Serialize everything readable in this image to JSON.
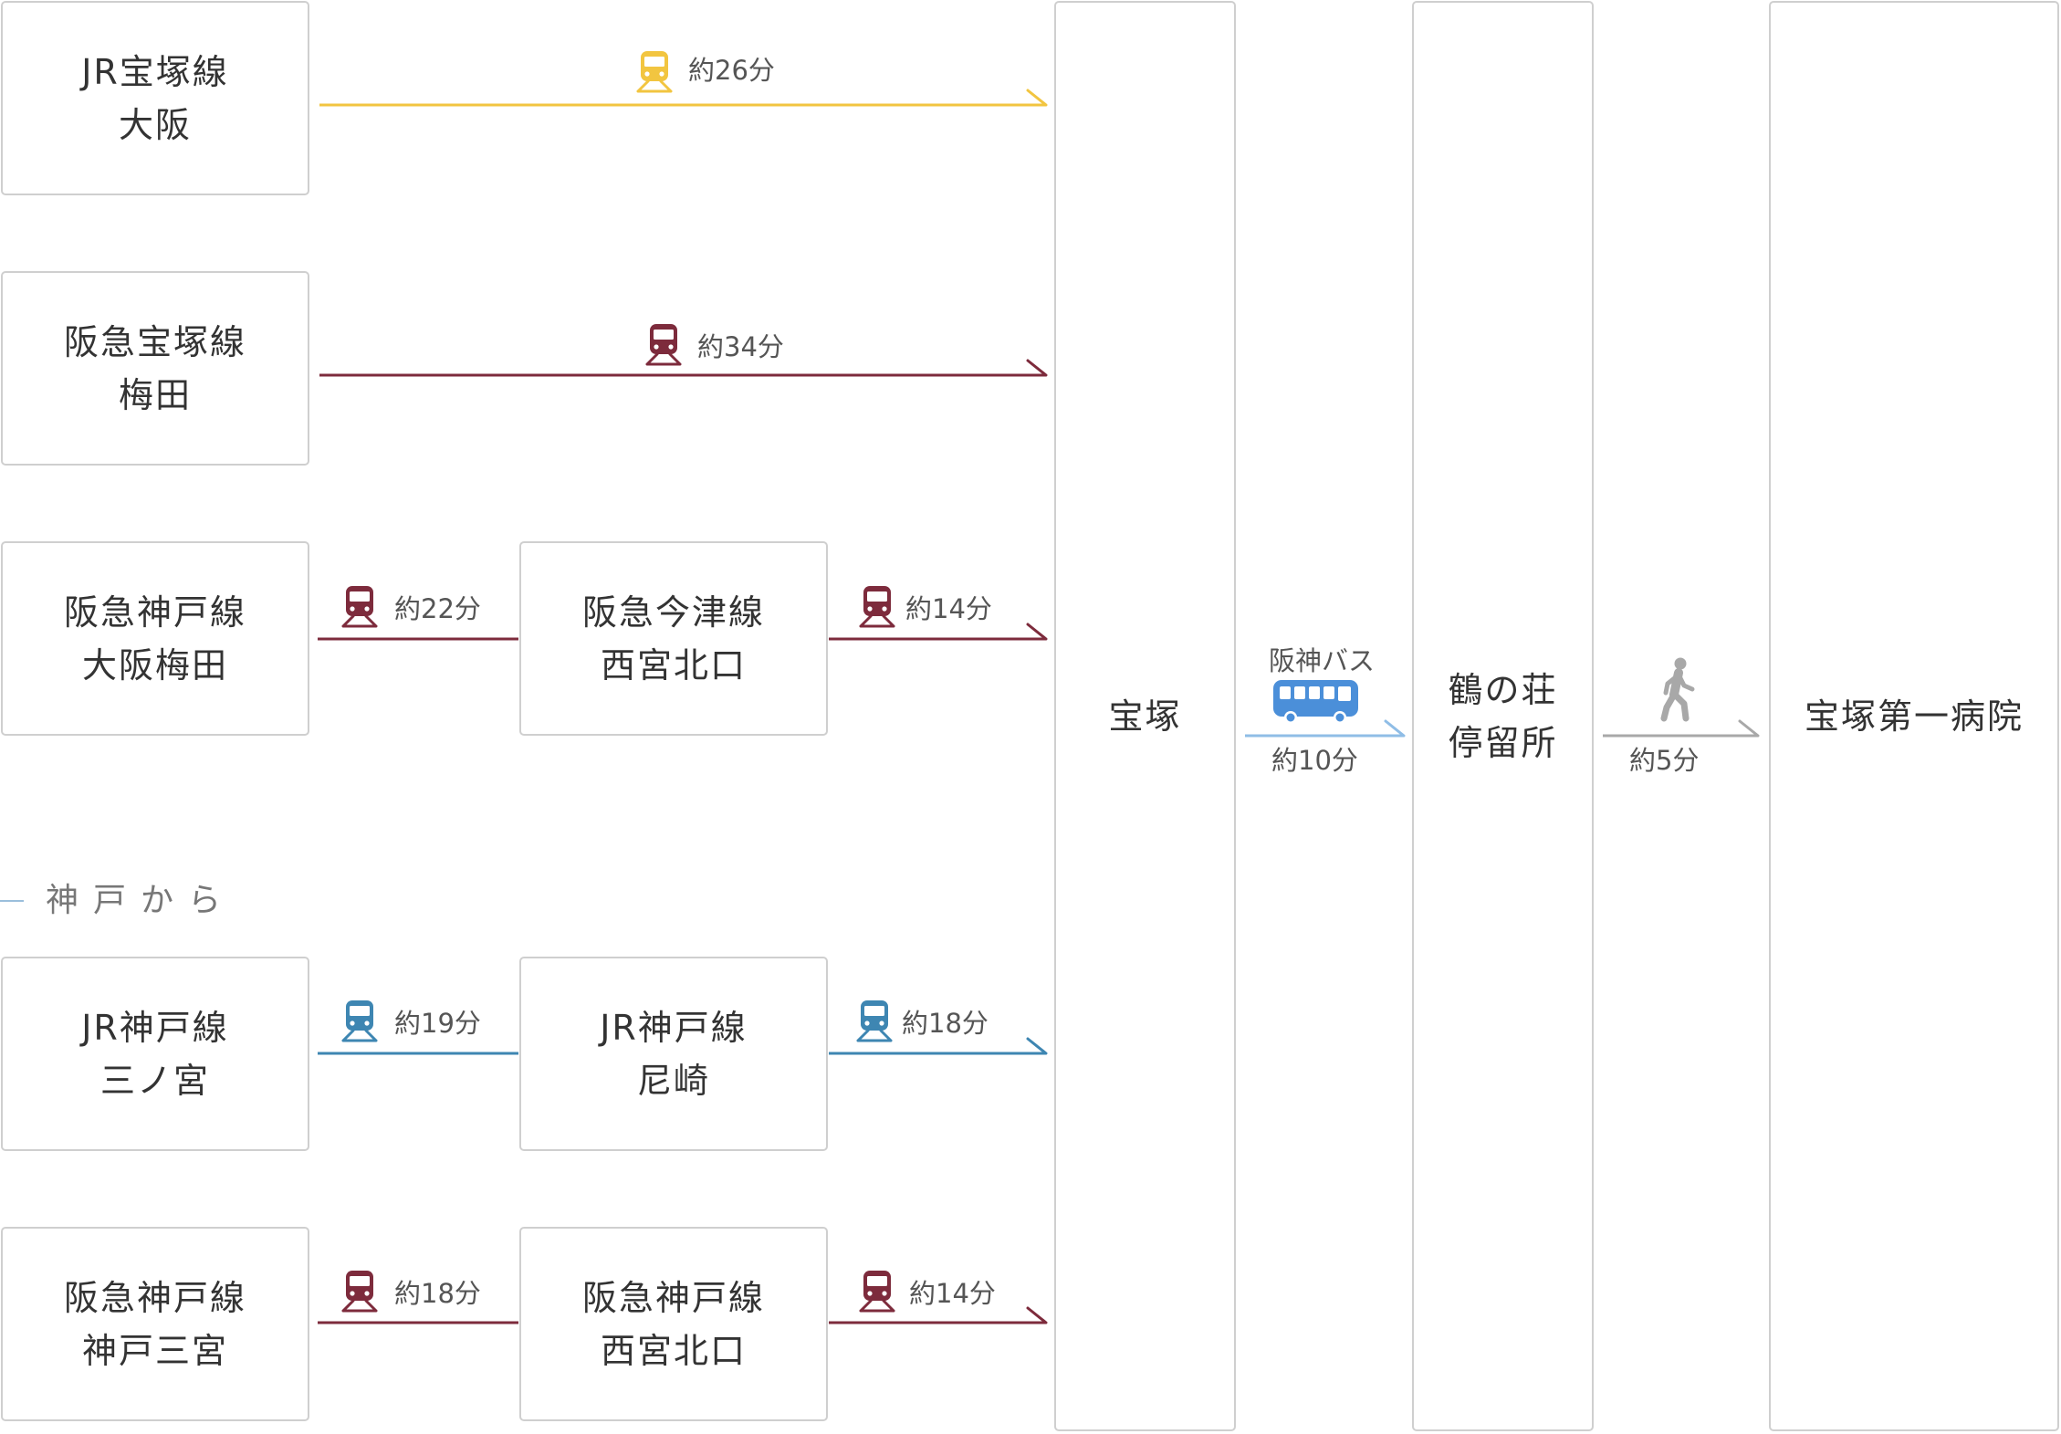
{
  "colors": {
    "jr_kobe_takarazuka": "#f2c540",
    "hankyu": "#7d2b3c",
    "jr_kobe": "#3e86b2",
    "bus": "#8fbde6",
    "bus_icon": "#4b8fd9",
    "walk": "#a8a8a8",
    "box_border": "#cfcfcf",
    "heading_dash": "#9bbfdc"
  },
  "section_heading": "神戸から",
  "origins": [
    {
      "line": "JR宝塚線",
      "station": "大阪"
    },
    {
      "line": "阪急宝塚線",
      "station": "梅田"
    },
    {
      "line": "阪急神戸線",
      "station": "大阪梅田"
    },
    {
      "line": "JR神戸線",
      "station": "三ノ宮"
    },
    {
      "line": "阪急神戸線",
      "station": "神戸三宮"
    }
  ],
  "transfers": [
    {
      "line": "阪急今津線",
      "station": "西宮北口"
    },
    {
      "line": "JR神戸線",
      "station": "尼崎"
    },
    {
      "line": "阪急神戸線",
      "station": "西宮北口"
    }
  ],
  "segments": {
    "osaka_jr": {
      "icon": "train-icon",
      "time": "約26分"
    },
    "umeda_hankyu": {
      "icon": "train-icon",
      "time": "約34分"
    },
    "osakaumeda_to_nishinomiya": {
      "icon": "train-icon",
      "time": "約22分"
    },
    "nishinomiya_to_takarazuka": {
      "icon": "train-icon",
      "time": "約14分"
    },
    "sannomiya_to_amagasaki": {
      "icon": "train-icon",
      "time": "約19分"
    },
    "amagasaki_to_takarazuka": {
      "icon": "train-icon",
      "time": "約18分"
    },
    "kobesannomiya_to_nishinomiya": {
      "icon": "train-icon",
      "time": "約18分"
    },
    "nishinomiya2_to_takarazuka": {
      "icon": "train-icon",
      "time": "約14分"
    },
    "bus": {
      "icon": "bus-icon",
      "operator": "阪神バス",
      "time": "約10分"
    },
    "walk": {
      "icon": "walking-person-icon",
      "time": "約5分"
    }
  },
  "hub": {
    "station": "宝塚"
  },
  "bus_stop": {
    "name_line1": "鶴の荘",
    "name_line2": "停留所"
  },
  "destination": {
    "name": "宝塚第一病院"
  }
}
